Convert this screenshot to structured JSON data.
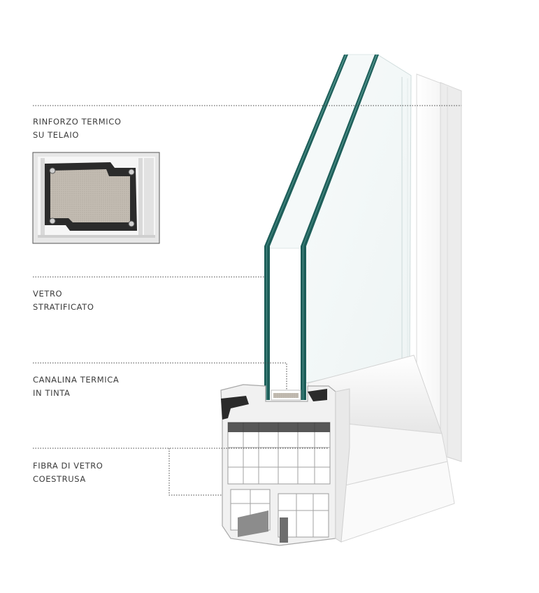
{
  "callouts": [
    {
      "id": "rinforzo",
      "line1": "RINFORZO TERMICO",
      "line2": "SU TELAIO"
    },
    {
      "id": "vetro",
      "line1": "VETRO",
      "line2": "STRATIFICATO"
    },
    {
      "id": "canalina",
      "line1": "CANALINA TERMICA",
      "line2": "IN TINTA"
    },
    {
      "id": "fibra",
      "line1": "FIBRA DI VETRO",
      "line2": "COESTRUSA"
    }
  ],
  "colors": {
    "glass_edge": "#1e5f5a",
    "glass_edge_light": "#4c8f88",
    "profile_white": "#f3f3f3",
    "profile_shadow": "#c9c9c9",
    "leader_line": "#444444",
    "reinforcement_fill": "#bdb6ad",
    "gasket": "#2b2b2b"
  },
  "icons": [
    "window-profile-section-illustration",
    "thermal-reinforcement-inset-photo"
  ]
}
